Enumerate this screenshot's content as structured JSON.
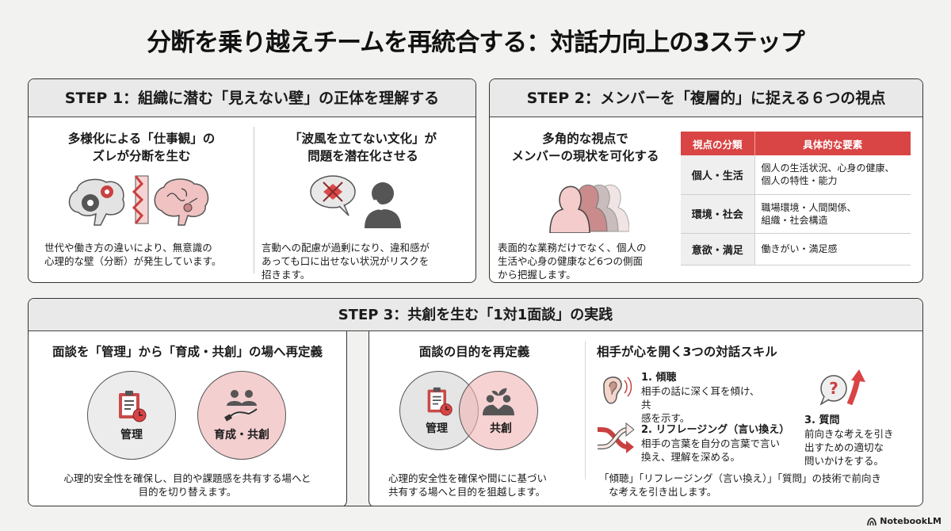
{
  "title": "分断を乗り越えチームを再統合する：対話力向上の3ステップ",
  "step1": {
    "header": "STEP 1：組織に潜む「見えない壁」の正体を理解する",
    "left": {
      "title_line1": "多様化による「仕事観」の",
      "title_line2": "ズレが分断を生む",
      "icon": "brain-wall-brain-icon",
      "body_line1": "世代や働き方の違いにより、無意識の",
      "body_line2": "心理的な壁（分断）が発生しています。"
    },
    "right": {
      "title_line1": "「波風を立てない文化」が",
      "title_line2": "問題を潜在化させる",
      "icon": "silenced-person-icon",
      "body_line1": "言動への配慮が過剰になり、違和感が",
      "body_line2": "あっても口に出せない状況がリスクを",
      "body_line3": "招きます。"
    }
  },
  "step2": {
    "header": "STEP 2：メンバーを「複層的」に捉える６つの視点",
    "title_line1": "多角的な視点で",
    "title_line2": "メンバーの現状を可化する",
    "icon": "layered-people-icon",
    "body_line1": "表面的な業務だけでなく、個人の",
    "body_line2": "生活や心身の健康など6つの側面",
    "body_line3": "から把握します。",
    "table": {
      "headers": [
        "視点の分類",
        "具体的な要素"
      ],
      "rows": [
        {
          "category": "個人・生活",
          "line1": "個人の生活状況、心身の健康、",
          "line2": "個人の特性・能力"
        },
        {
          "category": "環境・社会",
          "line1": "職場環境・人間関係、",
          "line2": "組織・社会構造"
        },
        {
          "category": "意欲・満足",
          "line1": "働きがい・満足感",
          "line2": ""
        }
      ]
    }
  },
  "step3": {
    "header": "STEP 3：共創を生む「1対1面談」の実践",
    "left": {
      "title": "面談を「管理」から「育成・共創」の場へ再定義",
      "circle1_label": "管理",
      "circle2_label": "育成・共創",
      "body_line1": "心理的安全性を確保し、目的や課題感を共有する場へと",
      "body_line2": "目的を切り替えます。"
    },
    "middle": {
      "title": "面談の目的を再定義",
      "circle1_label": "管理",
      "circle2_label": "共創",
      "body_line1": "心理的安全性を確保や間にに基づい",
      "body_line2": "共有する場へと目的を狙越します。"
    },
    "skills": {
      "title": "相手が心を開く3つの対話スキル",
      "items": [
        {
          "title": "1. 傾聴",
          "line1": "相手の話に深く耳を傾け、共",
          "line2": "感を示す。",
          "line3": "",
          "icon": "ear-icon"
        },
        {
          "title": "2. リフレージング（言い換え）",
          "line1": "相手の言葉を自分の言葉で言い",
          "line2": "換え、理解を深める。",
          "line3": "",
          "icon": "shuffle-arrows-icon"
        },
        {
          "title": "3. 質問",
          "line1": "前向きな考えを引き",
          "line2": "出すための適切な",
          "line3": "問いかけをする。",
          "icon": "question-bubble-up-arrow-icon"
        }
      ],
      "summary_line1": "「傾聴」「リフレージング（言い換え）」「質問」の技術で前向き",
      "summary_line2": "な考えを引き出します。"
    }
  },
  "brand": "NotebookLM",
  "colors": {
    "accent_red": "#d94444",
    "light_pink": "#f4d0d0",
    "header_grey": "#e9e9e9",
    "background": "#f2f2f0"
  }
}
